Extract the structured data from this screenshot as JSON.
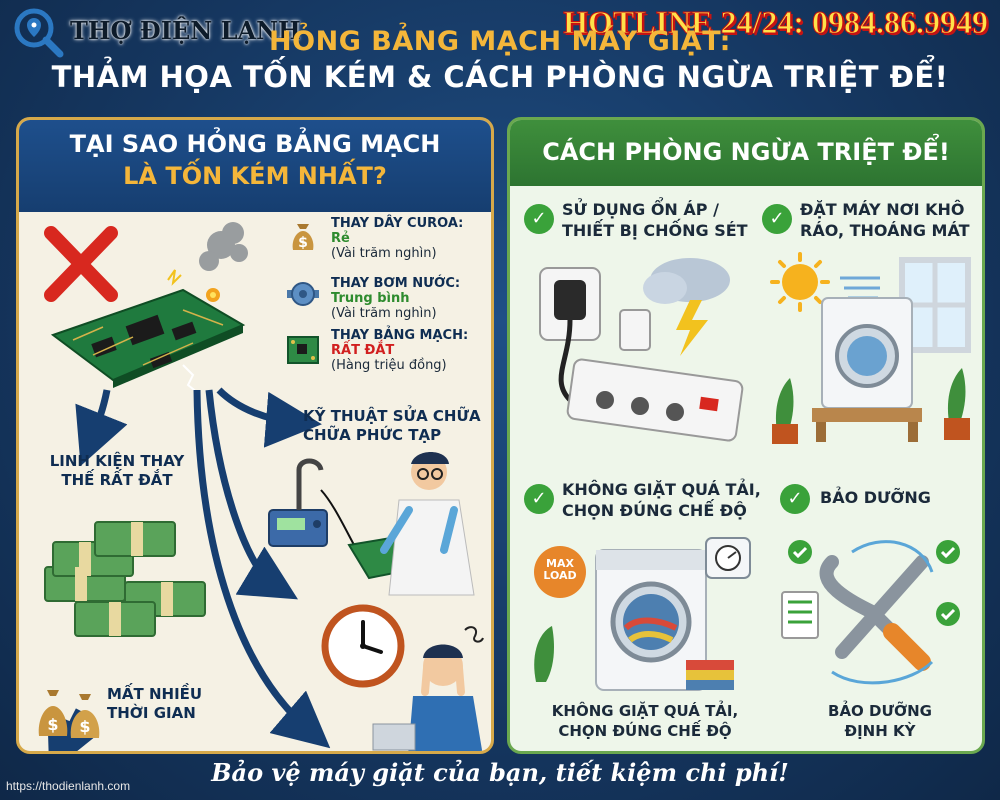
{
  "header": {
    "brand": "THỢ ĐIỆN LẠNH",
    "hotline": "HOTLINE 24/24: 0984.86.9949",
    "title_line1": "HỎNG BẢNG MẠCH MÁY GIẶT:",
    "title_line2": "THẢM HỌA TỐN KÉM & CÁCH PHÒNG NGỪA TRIỆT ĐỂ!"
  },
  "left_panel": {
    "heading_line1": "TẠI SAO HỎNG BẢNG MẠCH",
    "heading_line2": "LÀ TỐN KÉM NHẤT?",
    "costs": [
      {
        "title": "THAY DÂY CUROA:",
        "value": "Rẻ",
        "note": "(Vài trăm nghìn)",
        "color": "#2e8b2e"
      },
      {
        "title": "THAY BƠM NƯỚC:",
        "value": "Trung bình",
        "note": "(Vài trăm nghìn)",
        "color": "#2e8b2e"
      },
      {
        "title": "THAY BẢNG MẠCH:",
        "value": "RẤT ĐẮT",
        "note": "(Hàng triệu đồng)",
        "color": "#d11f1f"
      }
    ],
    "label_components_1": "LINH KIỆN THAY",
    "label_components_2": "THẾ RẤT ĐẮT",
    "label_repair_1": "KỸ THUẬT SỬA CHỮA",
    "label_repair_2": "CHỮA PHỨC TẠP",
    "label_time_1": "MẤT NHIỀU",
    "label_time_2": "THỜI GIAN"
  },
  "right_panel": {
    "heading": "CÁCH PHÒNG NGỪA TRIỆT ĐỂ!",
    "tip1_line1": "SỬ DỤNG ỔN ÁP /",
    "tip1_line2": "THIẾT BỊ CHỐNG SÉT",
    "tip2_line1": "ĐẶT MÁY NƠI KHÔ",
    "tip2_line2": "RÁO, THOÁNG MÁT",
    "tip3_line1": "KHÔNG GIẶT QUÁ TẢI,",
    "tip3_line2": "CHỌN ĐÚNG CHẾ ĐỘ",
    "tip4": "BẢO DƯỠNG",
    "caption3_line1": "KHÔNG GIẶT QUÁ TẢI,",
    "caption3_line2": "CHỌN ĐÚNG CHẾ ĐỘ",
    "caption4_line1": "BẢO DƯỠNG",
    "caption4_line2": "ĐỊNH KỲ",
    "max_load_1": "MAX",
    "max_load_2": "LOAD"
  },
  "footer": {
    "slogan": "Bảo vệ máy giặt của bạn, tiết kiệm chi phí!",
    "url": "https://thodienlanh.com"
  },
  "colors": {
    "background": "#1a4272",
    "left_panel_border": "#d6a94a",
    "right_panel_border": "#6aa84f",
    "title_accent": "#f4b63a",
    "hotline": "#ffe14a"
  }
}
